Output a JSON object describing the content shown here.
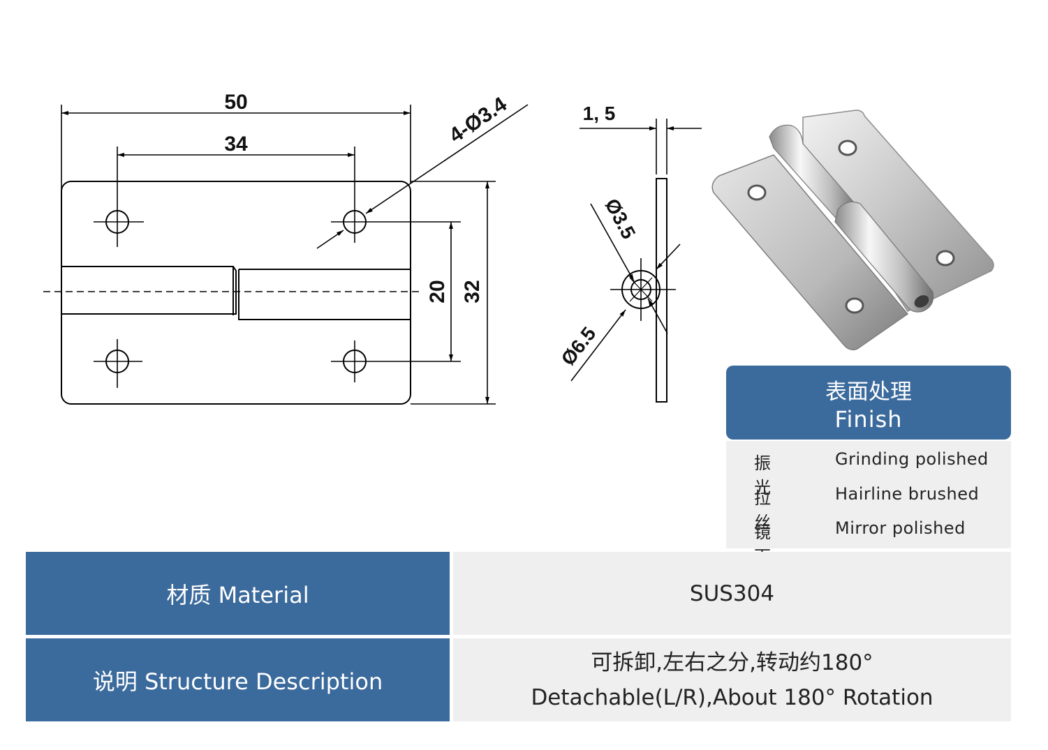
{
  "drawing": {
    "dims": {
      "width": "50",
      "hole_pitch_x": "34",
      "hole_spec": "4-Ø3.4",
      "hole_pitch_y": "20",
      "height": "32",
      "thickness": "1, 5",
      "pin_dia": "Ø3.5",
      "knuckle_dia": "Ø6.5"
    },
    "line_color": "#000000"
  },
  "finish": {
    "title_zh": "表面处理",
    "title_en": "Finish",
    "options": [
      {
        "zh": "振光",
        "en": "Grinding polished"
      },
      {
        "zh": "拉丝",
        "en": "Hairline brushed"
      },
      {
        "zh": "镜面抛光",
        "en": "Mirror polished"
      }
    ],
    "header_color": "#3b6a9c"
  },
  "specs": {
    "material_label": "材质 Material",
    "material_value": "SUS304",
    "structure_label": "说明 Structure Description",
    "structure_value_zh": "可拆卸,左右之分,转动约180°",
    "structure_value_en": "Detachable(L/R),About 180° Rotation"
  }
}
